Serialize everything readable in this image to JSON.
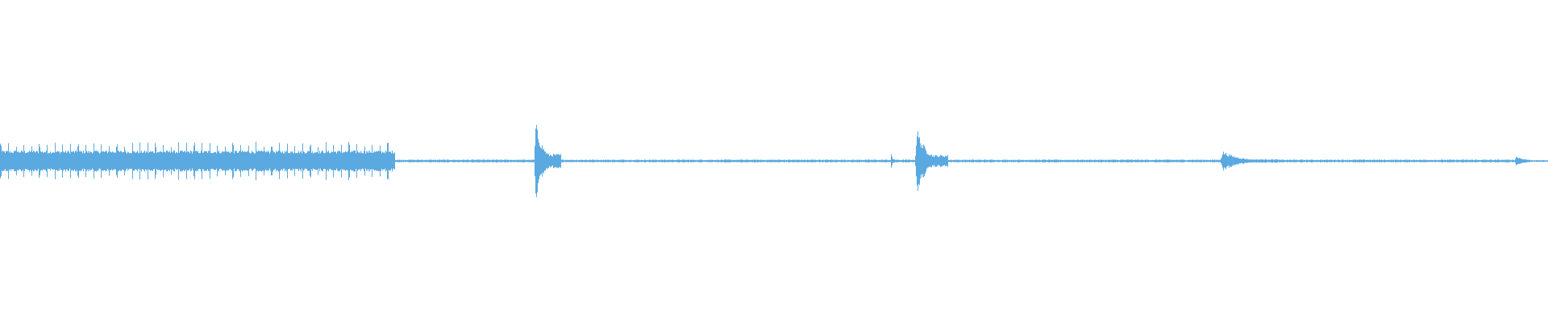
{
  "waveform": {
    "color": "#5aa9e0",
    "background": "#ffffff",
    "segments": [
      {
        "start": 0.0,
        "end": 0.255,
        "amp": 0.16,
        "style": "dense-beats"
      },
      {
        "start": 0.255,
        "end": 0.345,
        "amp": 0.012,
        "style": "quiet"
      },
      {
        "start": 0.345,
        "end": 0.362,
        "amp": 0.4,
        "style": "burst"
      },
      {
        "start": 0.362,
        "end": 0.575,
        "amp": 0.012,
        "style": "quiet"
      },
      {
        "start": 0.575,
        "end": 0.578,
        "amp": 0.12,
        "style": "burst"
      },
      {
        "start": 0.578,
        "end": 0.591,
        "amp": 0.012,
        "style": "quiet"
      },
      {
        "start": 0.591,
        "end": 0.612,
        "amp": 0.34,
        "style": "burst"
      },
      {
        "start": 0.612,
        "end": 0.788,
        "amp": 0.012,
        "style": "quiet"
      },
      {
        "start": 0.788,
        "end": 0.825,
        "amp": 0.1,
        "style": "burst"
      },
      {
        "start": 0.825,
        "end": 0.978,
        "amp": 0.012,
        "style": "quiet"
      },
      {
        "start": 0.978,
        "end": 1.0,
        "amp": 0.05,
        "style": "burst"
      }
    ]
  }
}
